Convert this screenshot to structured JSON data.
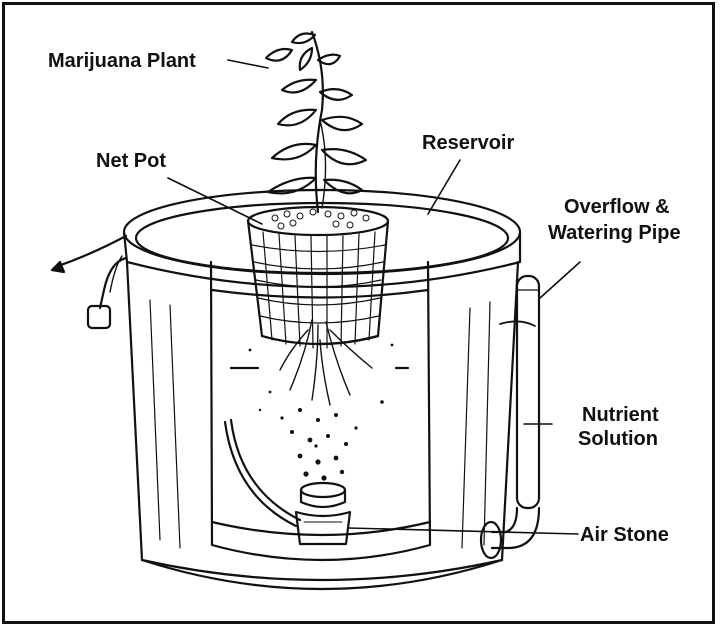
{
  "diagram": {
    "labels": {
      "plant": "Marijuana Plant",
      "net_pot": "Net Pot",
      "reservoir": "Reservoir",
      "overflow_line1": "Overflow &",
      "overflow_line2": "Watering Pipe",
      "nutrient_line1": "Nutrient",
      "nutrient_line2": "Solution",
      "air_stone": "Air Stone"
    }
  },
  "colors": {
    "ink": "#111111",
    "background": "#ffffff"
  }
}
